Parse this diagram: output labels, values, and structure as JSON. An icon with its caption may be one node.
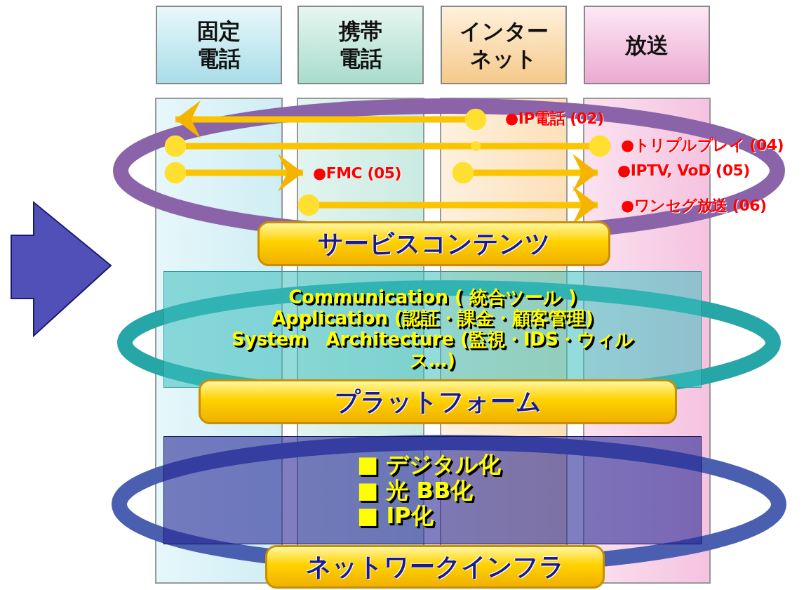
{
  "diagram": {
    "nodes": [
      {
        "text": [
          "固定電話"
        ]
      },
      {
        "text": [
          "携帯電話"
        ]
      },
      {
        "text": [
          "インターネット"
        ]
      },
      {
        "text": [
          "放送"
        ]
      },
      {
        "text": [
          "サービスコンテンツ"
        ]
      },
      {
        "text": [
          "Communication ( 統合ツール )",
          "Application (認証・課金・顧客管理)",
          "System　Architecture (監視・IDS・ウィルス…)"
        ]
      },
      {
        "text": [
          "プラットフォーム"
        ]
      },
      {
        "text": [
          "■ デジタル化",
          "■ 光 BB化",
          "■ IP化"
        ]
      },
      {
        "text": [
          "ネットワークインフラ"
        ]
      }
    ],
    "edges": [],
    "labels": [
      "●IP電話 (02)",
      "●トリプルプレイ (04)",
      "●FMC (05)",
      "●IPTV, VoD (05)",
      "●ワンセグ放送 (06)"
    ]
  }
}
